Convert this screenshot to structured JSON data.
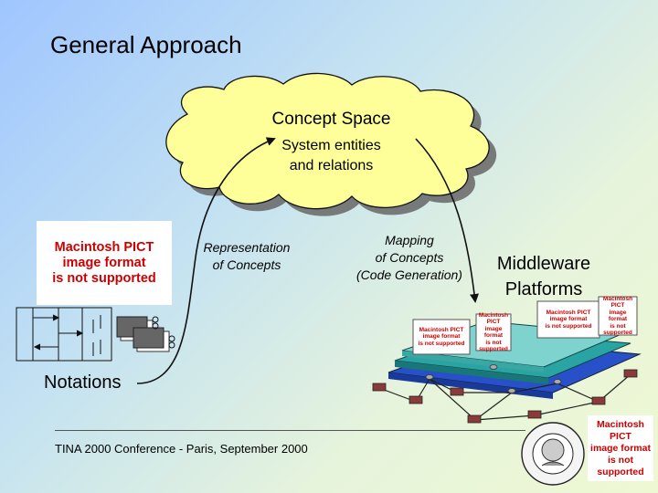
{
  "slide": {
    "title": "General Approach",
    "concept_space": {
      "title": "Concept Space",
      "subtitle_line1": "System entities",
      "subtitle_line2": "and relations"
    },
    "representation": {
      "line1": "Representation",
      "line2": "of Concepts"
    },
    "mapping": {
      "line1": "Mapping",
      "line2": "of Concepts",
      "line3": "(Code Generation)"
    },
    "middleware": {
      "line1": "Middleware",
      "line2": "Platforms"
    },
    "notations": "Notations",
    "footer": "TINA 2000 Conference - Paris, September 2000",
    "placeholder": {
      "line1": "Macintosh PICT",
      "line2": "image format",
      "line3": "is not supported"
    }
  },
  "colors": {
    "cloud_fill": "#ffff99",
    "placeholder_text": "#cc0000",
    "platform_teal": "#2aa3a3",
    "platform_blue": "#2850c8"
  }
}
